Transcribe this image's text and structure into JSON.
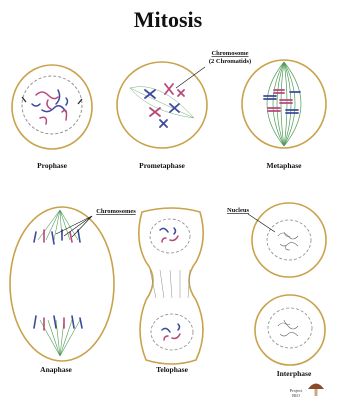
{
  "title": "Mitosis",
  "stages": {
    "prophase": "Prophase",
    "prometaphase": "Prometaphase",
    "metaphase": "Metaphase",
    "anaphase": "Anaphase",
    "telophase": "Telophase",
    "interphase": "Interphase"
  },
  "annotations": {
    "chromosome_line1": "Chromosome",
    "chromosome_line2": "(2 Chromatids)",
    "chromosomes": "Chromosomes",
    "nucleus": "Nucleus"
  },
  "logo": {
    "line1": "Project",
    "line2": "BIO"
  },
  "colors": {
    "membrane": "#c9a24c",
    "spindle": "#4f9a55",
    "chromosome_a": "#3c4a9c",
    "chromosome_b": "#b8487a",
    "nucleus_line": "#8a8a8a"
  }
}
